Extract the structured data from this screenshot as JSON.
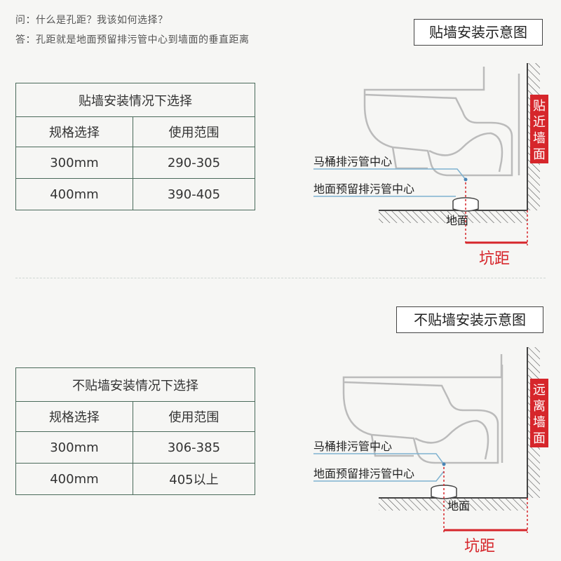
{
  "faq": {
    "question": "问：什么是孔距？我该如何选择？",
    "answer": "答：孔距就是地面预留排污管中心到墙面的垂直距离"
  },
  "section1": {
    "diagram_title": "贴墙安装示意图",
    "table": {
      "caption": "贴墙安装情况下选择",
      "headers": [
        "规格选择",
        "使用范围"
      ],
      "rows": [
        [
          "300mm",
          "290-305"
        ],
        [
          "400mm",
          "390-405"
        ]
      ]
    },
    "labels": {
      "toilet_drain": "马桶排污管中心",
      "floor_drain": "地面预留排污管中心",
      "floor": "地面",
      "pit": "坑距",
      "wall_tag": [
        "贴",
        "近",
        "墙",
        "面"
      ]
    }
  },
  "section2": {
    "diagram_title": "不贴墙安装示意图",
    "table": {
      "caption": "不贴墙安装情况下选择",
      "headers": [
        "规格选择",
        "使用范围"
      ],
      "rows": [
        [
          "300mm",
          "306-385"
        ],
        [
          "400mm",
          "405以上"
        ]
      ]
    },
    "labels": {
      "toilet_drain": "马桶排污管中心",
      "floor_drain": "地面预留排污管中心",
      "floor": "地面",
      "pit": "坑距",
      "wall_tag": [
        "远",
        "离",
        "墙",
        "面"
      ]
    }
  },
  "colors": {
    "accent_red": "#d6262b",
    "table_border": "#2f4a40",
    "guide_blue": "#7fb2d0"
  }
}
